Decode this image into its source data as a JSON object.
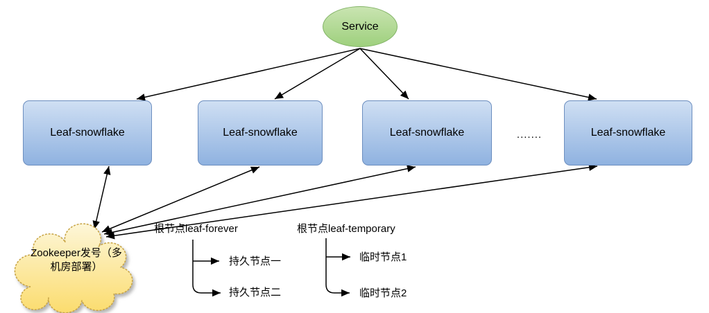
{
  "diagram": {
    "service_label": "Service",
    "leaf_nodes": [
      "Leaf-snowflake",
      "Leaf-snowflake",
      "Leaf-snowflake",
      "Leaf-snowflake"
    ],
    "ellipsis": ".......",
    "zookeeper_label": "Zookeeper发号（多机房部署）",
    "forever_tree": {
      "root": "根节点leaf-forever",
      "children": [
        "持久节点一",
        "持久节点二"
      ]
    },
    "temporary_tree": {
      "root": "根节点leaf-temporary",
      "children": [
        "临时节点1",
        "临时节点2"
      ]
    }
  },
  "colors": {
    "service-fill-top": "#c9e4b1",
    "service-fill-bottom": "#9ed07d",
    "service-stroke": "#82b366",
    "box-fill-top": "#cfdff3",
    "box-fill-bottom": "#8fb2e0",
    "box-stroke": "#6c8ebf",
    "cloud-fill-top": "#fdf6d8",
    "cloud-fill-bottom": "#fbdc6e",
    "cloud-stroke": "#c9a648",
    "connector": "#000000"
  }
}
